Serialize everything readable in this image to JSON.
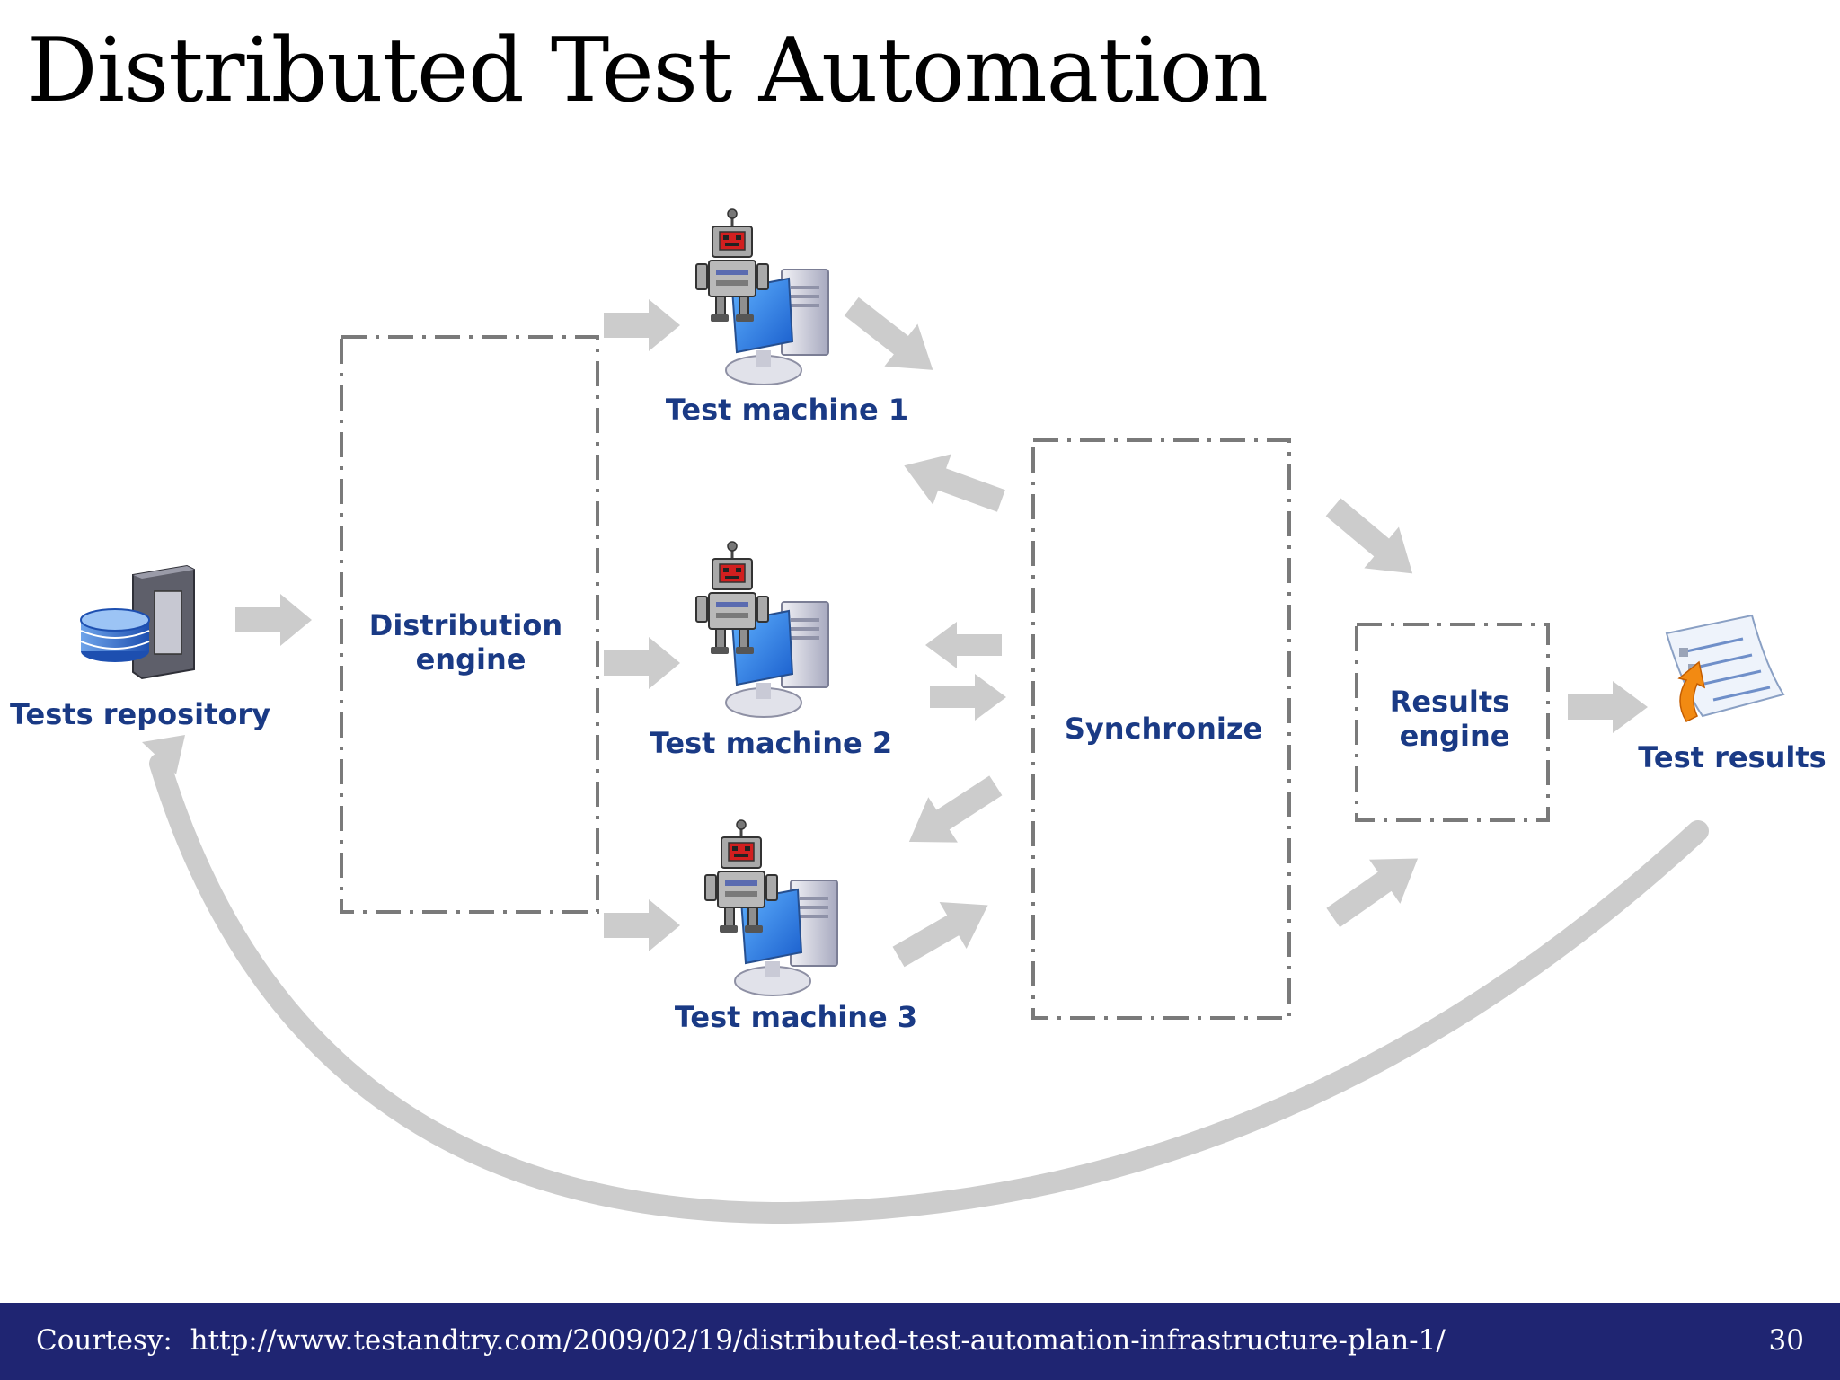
{
  "slide": {
    "title": "Distributed Test Automation",
    "courtesy_label": "Courtesy:",
    "courtesy_url": "http://www.testandtry.com/2009/02/19/distributed-test-automation-infrastructure-plan-1/",
    "page_number": "30"
  },
  "diagram": {
    "nodes": {
      "tests_repository": "Tests repository",
      "distribution_engine": [
        "Distribution",
        "engine"
      ],
      "test_machine_1": "Test machine 1",
      "test_machine_2": "Test machine 2",
      "test_machine_3": "Test machine 3",
      "synchronize": "Synchronize",
      "results_engine": [
        "Results",
        "engine"
      ],
      "test_results": "Test results"
    },
    "edges": [
      {
        "from": "tests_repository",
        "to": "distribution_engine"
      },
      {
        "from": "distribution_engine",
        "to": "test_machine_1"
      },
      {
        "from": "distribution_engine",
        "to": "test_machine_2"
      },
      {
        "from": "distribution_engine",
        "to": "test_machine_3"
      },
      {
        "from": "test_machine_1",
        "to": "synchronize"
      },
      {
        "from": "synchronize",
        "to": "test_machine_1"
      },
      {
        "from": "test_machine_2",
        "to": "synchronize"
      },
      {
        "from": "synchronize",
        "to": "test_machine_2"
      },
      {
        "from": "test_machine_3",
        "to": "synchronize"
      },
      {
        "from": "synchronize",
        "to": "test_machine_3"
      },
      {
        "from": "synchronize",
        "to": "results_engine"
      },
      {
        "from": "results_engine",
        "to": "test_results"
      },
      {
        "from": "test_results",
        "to": "tests_repository"
      }
    ]
  },
  "colors": {
    "footer_bg": "#1f2572",
    "label_text": "#1a3a85",
    "arrow": "#cccccc",
    "dash_border": "#7a7a7a"
  },
  "icons": {
    "repository": "database-server-icon",
    "machine": "robot-computer-icon",
    "results": "document-results-icon"
  }
}
